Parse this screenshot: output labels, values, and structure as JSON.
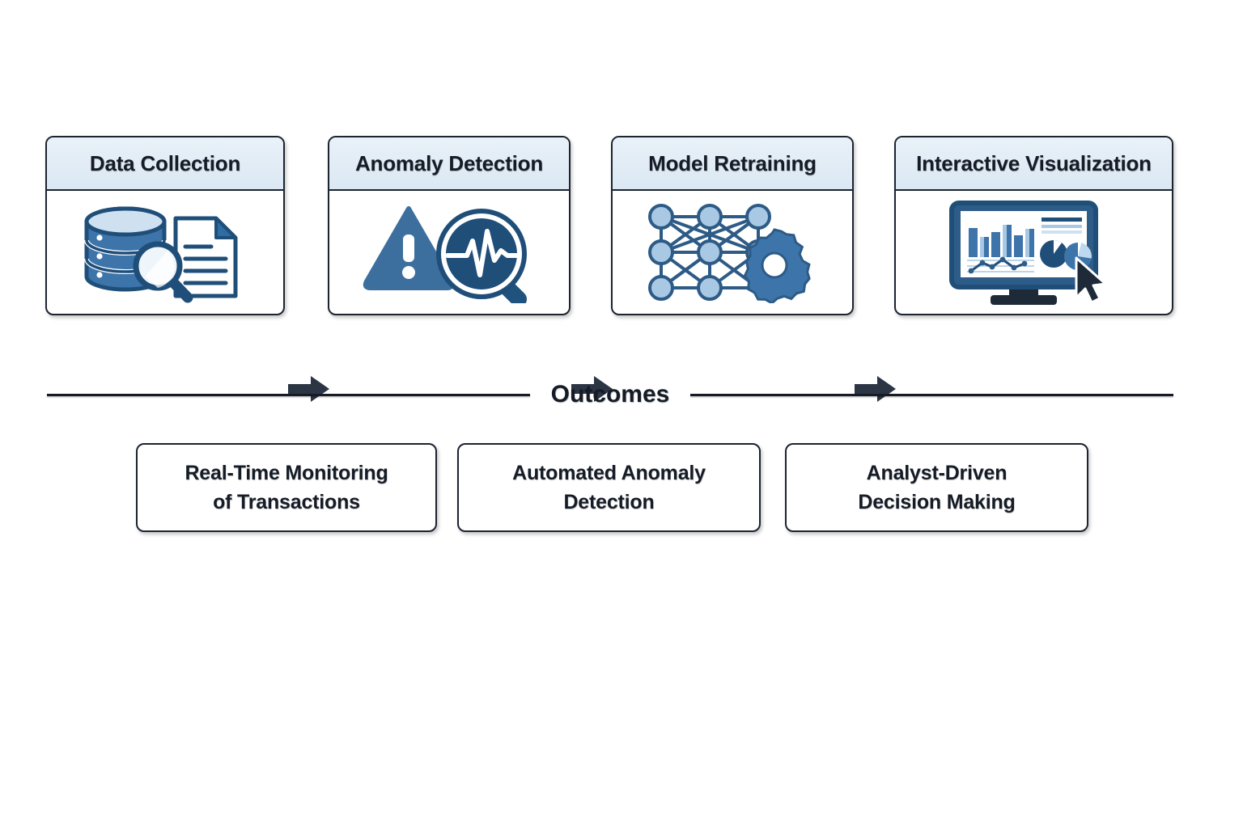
{
  "diagram": {
    "colors": {
      "ink": "#151c27",
      "border": "#1c2430",
      "header_fill": "#dbe8f3",
      "blue_dark": "#1f4e79",
      "blue_mid": "#2e6ca4",
      "blue_light": "#a8c8e4",
      "blue_steel": "#3d6f9e",
      "page_bg": "#ffffff"
    },
    "pipeline": {
      "stages": [
        {
          "id": "data-collection",
          "title": "Data Collection",
          "icon": "database-document-magnifier-icon"
        },
        {
          "id": "anomaly-detection",
          "title": "Anomaly Detection",
          "icon": "warning-triangle-pulse-magnifier-icon"
        },
        {
          "id": "model-retraining",
          "title": "Model Retraining",
          "icon": "neural-network-gear-icon"
        },
        {
          "id": "interactive-visualization",
          "title": "Interactive Visualization",
          "icon": "dashboard-monitor-cursor-icon"
        }
      ],
      "connectors": [
        {
          "id": "arrow-1",
          "icon": "arrow-right-icon"
        },
        {
          "id": "arrow-2",
          "icon": "arrow-right-icon"
        },
        {
          "id": "arrow-3",
          "icon": "arrow-right-icon"
        }
      ]
    },
    "outcomes": {
      "section_label": "Outcomes",
      "items": [
        {
          "id": "real-time-monitoring",
          "label": "Real-Time Monitoring\nof Transactions"
        },
        {
          "id": "automated-anomaly-detection",
          "label": "Automated Anomaly\nDetection"
        },
        {
          "id": "analyst-driven-decision-making",
          "label": "Analyst-Driven\nDecision Making"
        }
      ]
    }
  }
}
